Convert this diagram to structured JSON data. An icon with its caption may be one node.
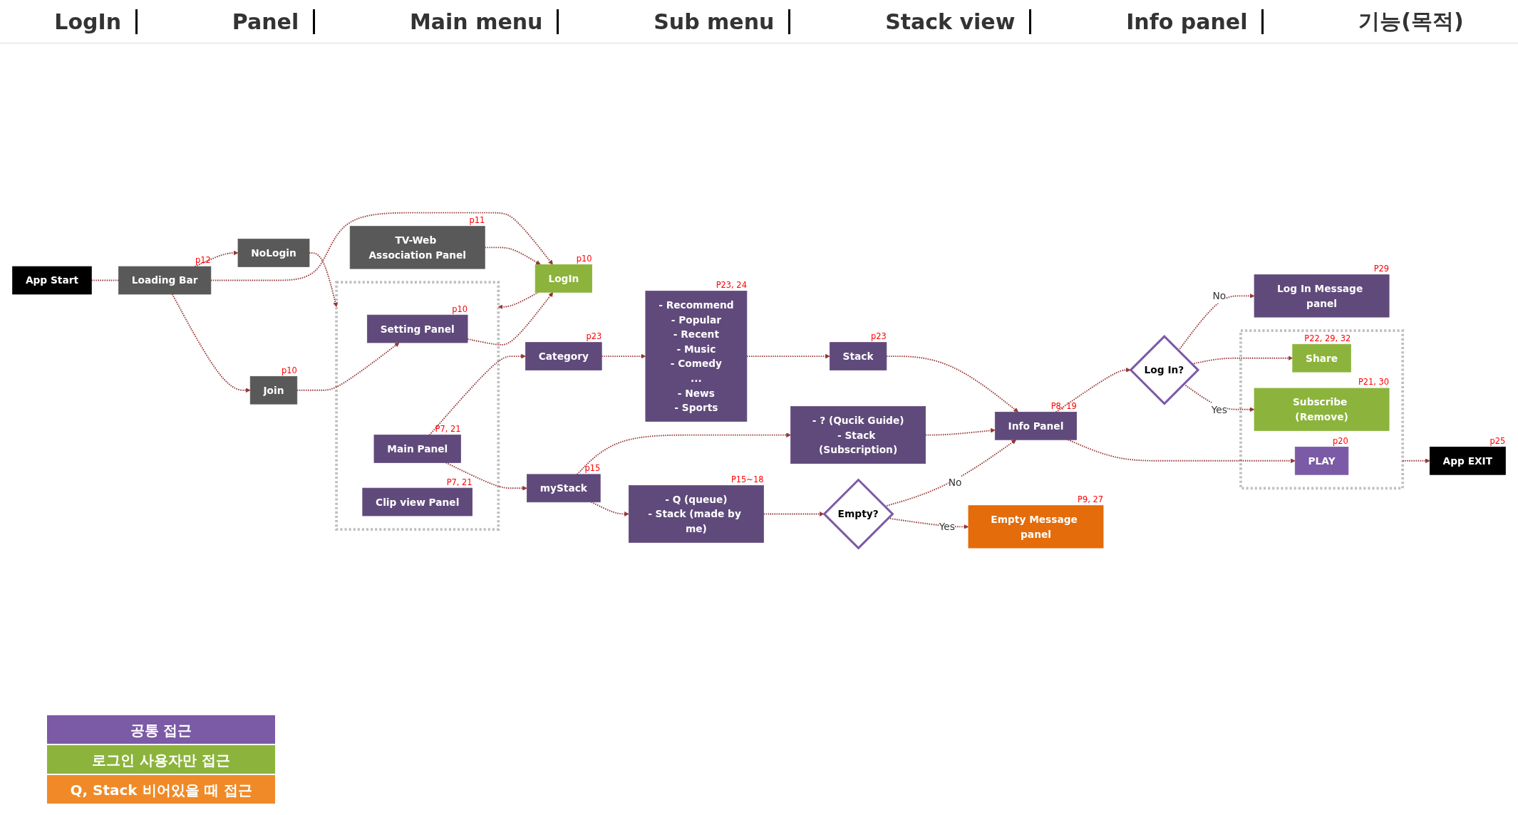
{
  "diagram": {
    "nodes": [
      {
        "text": [
          "App Start"
        ]
      },
      {
        "text": [
          "TV-Web Association Panel"
        ],
        "beside": [
          "p11"
        ]
      },
      {
        "text": [
          "Loading Bar"
        ],
        "beside": [
          "p12"
        ]
      },
      {
        "text": [
          "Join"
        ],
        "beside": [
          "p10"
        ]
      },
      {
        "text": [
          "LogIn"
        ],
        "beside": [
          "p10"
        ]
      },
      {
        "text": [
          "NoLogin"
        ]
      },
      {
        "text": [],
        "shape": "box"
      },
      {
        "text": [
          "Setting Panel"
        ],
        "beside": [
          "p10"
        ],
        "in": 6
      },
      {
        "text": [
          "Main Panel"
        ],
        "beside": [
          "P7, 21"
        ],
        "in": 6
      },
      {
        "text": [
          "Clip view Panel"
        ],
        "beside": [
          "P7, 21"
        ],
        "in": 6
      },
      {
        "text": [
          "myStack"
        ],
        "beside": [
          "p15"
        ]
      },
      {
        "text": [
          "- Q (queue)",
          "- Stack (made by me)"
        ],
        "beside": [
          "P15~18"
        ]
      },
      {
        "text": [
          "- ? (Qucik Guide)",
          "- Stack (Subscription)"
        ]
      },
      {
        "text": [
          "Category"
        ],
        "beside": [
          "p23"
        ]
      },
      {
        "text": [
          "- Recommend",
          "- Popular",
          "- Recent",
          "- Music",
          "- Comedy",
          "...",
          "- News",
          "- Sports"
        ],
        "beside": [
          "P23, 24"
        ]
      },
      {
        "text": [
          "Stack"
        ],
        "beside": [
          "p23"
        ]
      },
      {
        "text": [
          "Empty?"
        ]
      },
      {
        "text": [
          "Empty Message panel"
        ],
        "beside": [
          "P9, 27"
        ]
      },
      {
        "text": [
          "Info Panel"
        ],
        "beside": [
          "P8, 19"
        ]
      },
      {
        "text": [
          "Log In?"
        ]
      },
      {
        "text": [
          "Log In Message panel"
        ],
        "beside": [
          "P29"
        ]
      },
      {
        "text": [],
        "shape": "box"
      },
      {
        "text": [
          "PLAY"
        ],
        "beside": [
          "p20"
        ],
        "in": 21
      },
      {
        "text": [
          "Subscribe (Remove)"
        ],
        "beside": [
          "P21, 30"
        ],
        "in": 21
      },
      {
        "text": [
          "Share"
        ],
        "beside": [
          "P22, 29, 32"
        ],
        "in": 21
      },
      {
        "text": [
          "App EXIT"
        ],
        "beside": [
          "p25"
        ]
      }
    ],
    "edges": [
      {
        "from": 0,
        "to": 2,
        "arrow": "none",
        "style": "dashed"
      },
      {
        "from": 2,
        "to": 3,
        "arrow": "to",
        "style": "dashed"
      },
      {
        "from": 2,
        "to": 4,
        "arrow": "to",
        "style": "dashed"
      },
      {
        "from": 2,
        "to": 5,
        "arrow": "to",
        "style": "dashed"
      },
      {
        "from": 3,
        "to": 7,
        "arrow": "to",
        "style": "dashed"
      },
      {
        "from": 1,
        "to": 4,
        "arrow": "to",
        "style": "dashed"
      },
      {
        "from": 7,
        "to": 4,
        "arrow": "to",
        "style": "dashed"
      },
      {
        "from": 4,
        "to": 6,
        "arrow": "to",
        "style": "dashed"
      },
      {
        "from": 5,
        "to": 6,
        "arrow": "to",
        "style": "dashed"
      },
      {
        "from": 8,
        "to": 10,
        "arrow": "to",
        "style": "dashed"
      },
      {
        "from": 8,
        "to": 13,
        "arrow": "to",
        "style": "dashed"
      },
      {
        "from": 10,
        "to": 11,
        "arrow": "to",
        "style": "dashed"
      },
      {
        "from": 10,
        "to": 12,
        "arrow": "to",
        "style": "dashed"
      },
      {
        "from": 11,
        "to": 16,
        "arrow": "to",
        "style": "dashed"
      },
      {
        "from": 12,
        "to": 18,
        "arrow": "to",
        "style": "dashed"
      },
      {
        "from": 13,
        "to": 14,
        "arrow": "to",
        "style": "dashed"
      },
      {
        "from": 14,
        "to": 15,
        "arrow": "to",
        "style": "dashed"
      },
      {
        "from": 15,
        "to": 18,
        "arrow": "to",
        "style": "dashed"
      },
      {
        "from": 16,
        "to": 17,
        "arrow": "to",
        "label": "Yes",
        "style": "dashed"
      },
      {
        "from": 16,
        "to": 18,
        "arrow": "to",
        "label": "No",
        "style": "dashed"
      },
      {
        "from": 18,
        "to": 22,
        "arrow": "to",
        "style": "dashed"
      },
      {
        "from": 18,
        "to": 19,
        "arrow": "to",
        "style": "dashed"
      },
      {
        "from": 19,
        "to": 23,
        "arrow": "to",
        "label": "Yes",
        "style": "dashed"
      },
      {
        "from": 19,
        "to": 24,
        "arrow": "to",
        "style": "dashed"
      },
      {
        "from": 19,
        "to": 20,
        "arrow": "to",
        "label": "No",
        "style": "dashed"
      },
      {
        "from": 21,
        "to": 25,
        "arrow": "to",
        "style": "dashed"
      }
    ],
    "labels": [
      "LogIn",
      "Panel",
      "Main menu",
      "Sub menu",
      "Stack view",
      "Info panel",
      "기능(목적)"
    ],
    "legend": [
      {
        "text": "공통 접근",
        "color": "#7b5aa6"
      },
      {
        "text": "로그인 사용자만 접근",
        "color": "#8cb43c"
      },
      {
        "text": "Q, Stack 비어있을 때 접근",
        "color": "#f08a28"
      }
    ]
  }
}
